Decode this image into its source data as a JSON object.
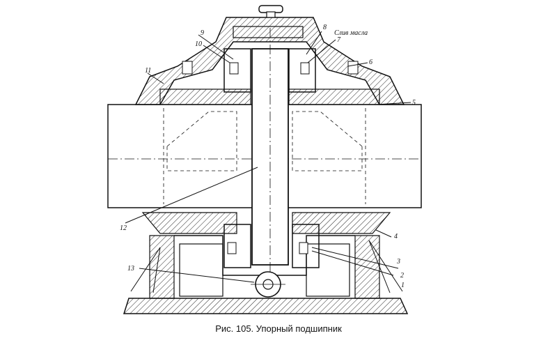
{
  "figure": {
    "caption": "Рис. 105. Упорный подшипник",
    "callouts": {
      "c1": "1",
      "c2": "2",
      "c3": "3",
      "c4": "4",
      "c5": "5",
      "c6": "6",
      "c7": "7",
      "c8": "8",
      "c9": "9",
      "c10": "10",
      "c11": "11",
      "c12": "12",
      "c13": "13",
      "oil_drain": "Слив масла"
    }
  }
}
